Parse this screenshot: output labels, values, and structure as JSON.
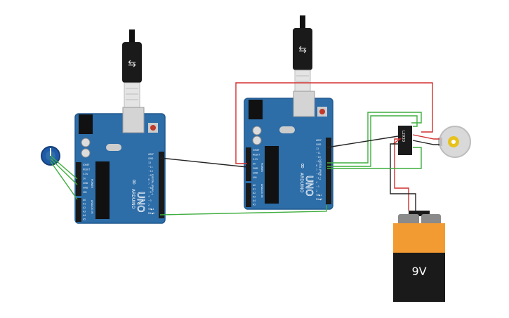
{
  "board_left": {
    "logo": "ARDUINO",
    "model": "UNO",
    "power_labels": [
      "IOREF",
      "RESET",
      "3.3V",
      "5V",
      "GND",
      "GND",
      "VIN"
    ],
    "analog_labels": [
      "A0",
      "A1",
      "A2",
      "A3",
      "A4",
      "A5"
    ],
    "digital_labels": [
      "AREF",
      "GND",
      "13",
      "~11",
      "~10",
      "~9",
      "8",
      "7",
      "~6",
      "~5",
      "4",
      "~3",
      "2",
      "TX▶1",
      "RX◀0"
    ],
    "section_power": "POWER",
    "section_analog": "ANALOG IN",
    "section_digital": "DIGITAL (PWM ~)"
  },
  "board_right": {
    "logo": "ARDUINO",
    "model": "UNO",
    "power_labels": [
      "IOREF",
      "RESET",
      "3.3V",
      "5V",
      "GND",
      "GND",
      "VIN"
    ],
    "analog_labels": [
      "A0",
      "A1",
      "A2",
      "A3",
      "A4",
      "A5"
    ],
    "digital_labels": [
      "AREF",
      "GND",
      "13",
      "~11",
      "~10",
      "~9",
      "8",
      "7",
      "~6",
      "~5",
      "4",
      "~3",
      "2",
      "TX▶1",
      "RX◀0"
    ],
    "section_power": "POWER",
    "section_analog": "ANALOG IN",
    "section_digital": "DIGITAL (PWM ~)"
  },
  "driver_chip": {
    "label": "L293D"
  },
  "battery": {
    "label": "9V"
  },
  "colors": {
    "board": "#2d6da8",
    "board_edge": "#225a8f",
    "header": "#1a1a1a",
    "wire_red": "#d32f2f",
    "wire_green": "#3fae3f",
    "wire_black": "#222222",
    "battery_top": "#f39b33",
    "battery_body": "#1a1a1a",
    "motor_body": "#d9d9d9",
    "motor_shaft": "#e8c21c",
    "pot_knob": "#1f5aa8"
  }
}
